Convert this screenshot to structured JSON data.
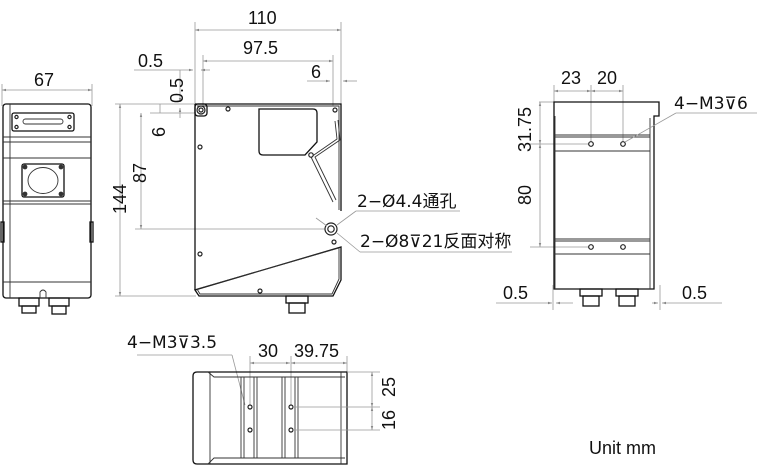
{
  "drawing": {
    "unit_label": "Unit mm",
    "left_view": {
      "width_dim": "67"
    },
    "front_view": {
      "dims": {
        "overall_width": "110",
        "inner_width": "97.5",
        "left_offset": "0.5",
        "top_offset": "0.5",
        "right_offset": "6",
        "hole_from_top": "6",
        "hole_spacing_v": "87",
        "overall_height": "144"
      },
      "callouts": {
        "through_hole": "2−Ø4.4通孔",
        "counterbore": "2−Ø8⊽21反面对称"
      }
    },
    "right_view": {
      "dims": {
        "hole_x1": "23",
        "hole_x2": "20",
        "top_to_hole": "31.75",
        "hole_spacing": "80",
        "left_margin": "0.5",
        "right_margin": "0.5"
      },
      "callouts": {
        "thread": "4−M3⊽6"
      }
    },
    "bottom_view": {
      "dims": {
        "spacing_x1": "30",
        "spacing_x2": "39.75",
        "top_to_hole": "25",
        "hole_spacing": "16"
      },
      "callouts": {
        "thread": "4−M3⊽3.5"
      }
    }
  }
}
